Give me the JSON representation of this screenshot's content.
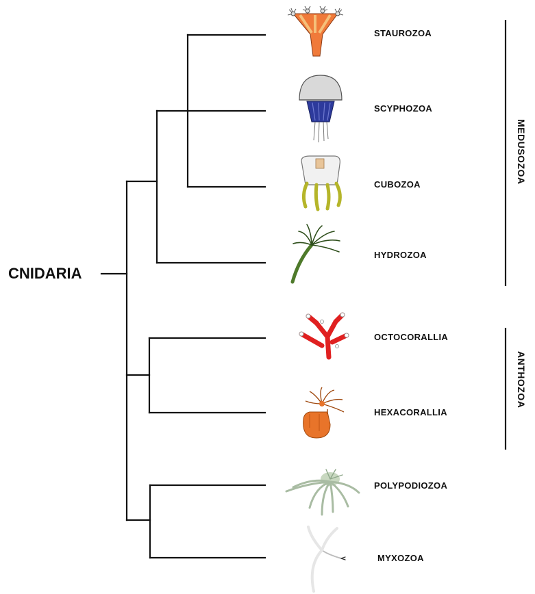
{
  "root": {
    "label": "CNIDARIA"
  },
  "taxa": [
    {
      "id": "staurozoa",
      "label": "STAUROZOA"
    },
    {
      "id": "scyphozoa",
      "label": "SCYPHOZOA"
    },
    {
      "id": "cubozoa",
      "label": "CUBOZOA"
    },
    {
      "id": "hydrozoa",
      "label": "HYDROZOA"
    },
    {
      "id": "octocorallia",
      "label": "OCTOCORALLIA"
    },
    {
      "id": "hexacorallia",
      "label": "HEXACORALLIA"
    },
    {
      "id": "polypodiozoa",
      "label": "POLYPODIOZOA"
    },
    {
      "id": "myxozoa",
      "label": "MYXOZOA"
    }
  ],
  "groups": [
    {
      "id": "medusozoa",
      "label": "MEDUSOZOA"
    },
    {
      "id": "anthozoa",
      "label": "ANTHOZOA"
    }
  ],
  "illustrations": [
    {
      "taxon": "staurozoa",
      "icon": "staurozoa-icon",
      "colors": [
        "#f07a3a",
        "#f5c07a",
        "#555555"
      ]
    },
    {
      "taxon": "scyphozoa",
      "icon": "scyphozoa-icon",
      "colors": [
        "#d9d9d9",
        "#2d3a9c",
        "#777777"
      ]
    },
    {
      "taxon": "cubozoa",
      "icon": "cubozoa-icon",
      "colors": [
        "#f1f1f1",
        "#b5b52a",
        "#e8c59a"
      ]
    },
    {
      "taxon": "hydrozoa",
      "icon": "hydrozoa-icon",
      "colors": [
        "#4e7a2a",
        "#2f4f1c"
      ]
    },
    {
      "taxon": "octocorallia",
      "icon": "octocorallia-icon",
      "colors": [
        "#e02020",
        "#9a9a9a"
      ]
    },
    {
      "taxon": "hexacorallia",
      "icon": "hexacorallia-icon",
      "colors": [
        "#e8742a",
        "#a04a10"
      ]
    },
    {
      "taxon": "polypodiozoa",
      "icon": "polypodiozoa-icon",
      "colors": [
        "#c8d8c0",
        "#8ea88a"
      ]
    },
    {
      "taxon": "myxozoa",
      "icon": "myxozoa-icon",
      "colors": [
        "#e6e6e6",
        "#bdbdbd",
        "#333333"
      ]
    }
  ]
}
